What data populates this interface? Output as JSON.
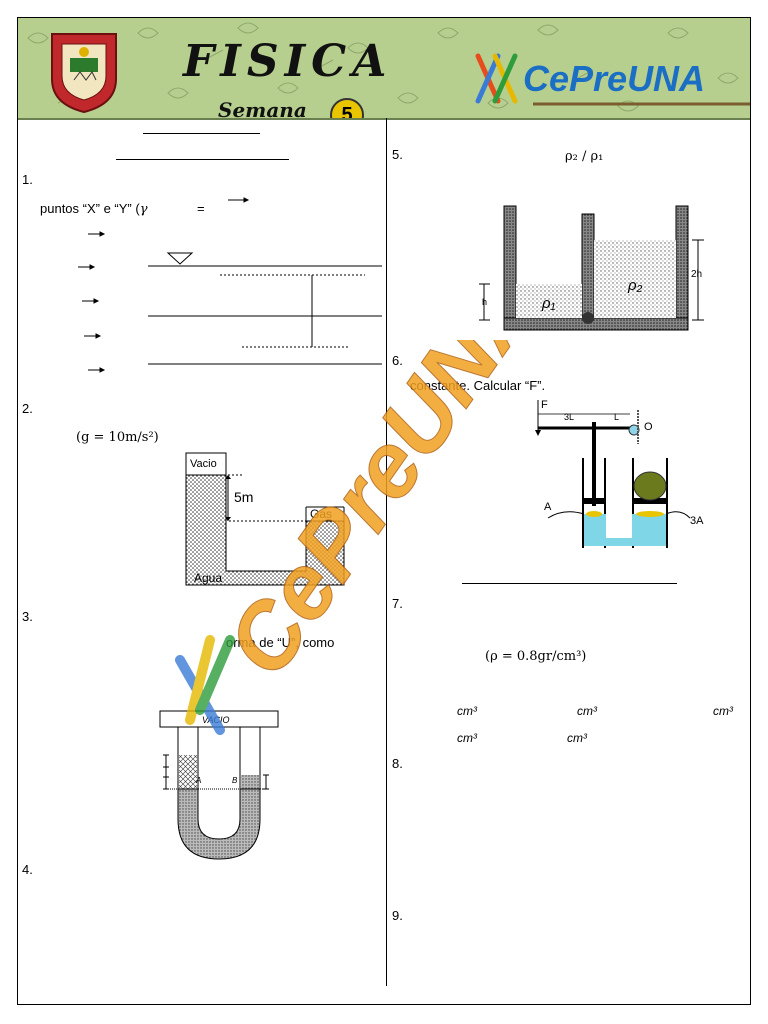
{
  "header": {
    "title": "FISICA",
    "subtitle": "Semana",
    "week": "5",
    "logo_text": "CePreUNA"
  },
  "questions": {
    "q1": {
      "number": "1.",
      "text": "puntos “X” e “Y” (",
      "gamma": "γ",
      "equals": "="
    },
    "q2": {
      "number": "2.",
      "gravity": "(g = 10m/s²)",
      "vacio": "Vacio",
      "h": "5m",
      "gas": "Gas",
      "agua": "Agua"
    },
    "q3": {
      "number": "3.",
      "text": "orma de “U”, como",
      "vacio": "VACIO",
      "a": "A",
      "b": "B"
    },
    "q4": {
      "number": "4."
    },
    "q5": {
      "number": "5.",
      "ratio": "ρ₂ / ρ₁",
      "rho1": "ρ₁",
      "rho2": "ρ₂",
      "h": "h",
      "two_h": "2h"
    },
    "q6": {
      "number": "6.",
      "text": "constante. Calcular “F”.",
      "f": "F",
      "three_l": "3L",
      "l": "L",
      "o": "O",
      "a": "A",
      "three_a": "3A"
    },
    "q7": {
      "number": "7.",
      "density": "(ρ = 0.8gr/cm³)",
      "unit": "cm³"
    },
    "q8": {
      "number": "8."
    },
    "q9": {
      "number": "9."
    }
  },
  "colors": {
    "banner": "#b7cf8e",
    "badge": "#e8c500",
    "fluid": "#7fd6e6"
  }
}
